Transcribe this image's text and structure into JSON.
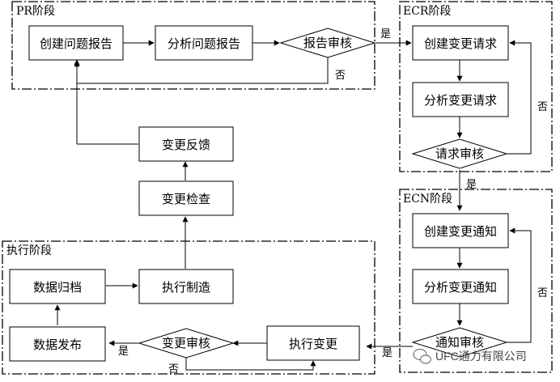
{
  "phases": {
    "pr": "PR阶段",
    "ecr": "ECR阶段",
    "ecn": "ECN阶段",
    "exec": "执行阶段"
  },
  "nodes": {
    "create_problem_report": "创建问题报告",
    "analyze_problem_report": "分析问题报告",
    "report_review": "报告审核",
    "create_change_request": "创建变更请求",
    "analyze_change_request": "分析变更请求",
    "request_review": "请求审核",
    "create_change_notice": "创建变更通知",
    "analyze_change_notice": "分析变更通知",
    "notice_review": "通知审核",
    "execute_change": "执行变更",
    "change_review": "变更审核",
    "data_release": "数据发布",
    "data_archive": "数据归档",
    "execute_manufacturing": "执行制造",
    "change_inspection": "变更检查",
    "change_feedback": "变更反馈"
  },
  "edge_labels": {
    "yes": "是",
    "no": "否"
  },
  "watermark": {
    "text": "UFC通力有限公司",
    "icon": "wechat-icon"
  }
}
